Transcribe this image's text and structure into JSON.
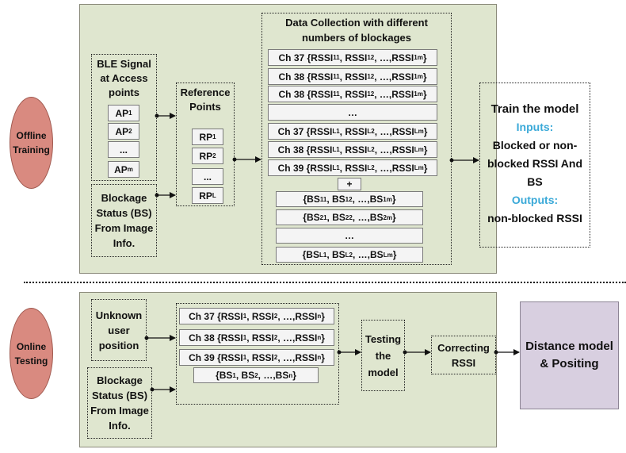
{
  "offline": {
    "label": "Offline Training",
    "ble_title": "BLE Signal at Access points",
    "aps": [
      "AP1",
      "AP2",
      "...",
      "APm"
    ],
    "blockage": "Blockage Status (BS) From Image Info.",
    "ref_title": "Reference Points",
    "rps": [
      "RP1",
      "RP2",
      "...",
      "RPL"
    ],
    "dc_title": "Data Collection with different numbers of blockages",
    "ch_rows": [
      "Ch 37 {RSSI11 , RSSI12 , …,RSSI1m }",
      "Ch 38 {RSSI11 , RSSI12 , …,RSSI1m }",
      "Ch 38 {RSSI11 , RSSI12 , …,RSSI1m }",
      "…",
      "Ch 37 {RSSIL1 , RSSIL2 , …,RSSILm }",
      "Ch 38 {RSSIL1 , RSSIL2 , …,RSSILm }",
      "Ch 39 {RSSIL1 , RSSIL2 , …,RSSILm }"
    ],
    "plus": "+",
    "bs_rows": [
      "{BS11 , BS12 , …,BS1m }",
      "{BS21 , BS22 , …,BS2m }",
      "…",
      "{BSL1 , BSL2 , …,BSLm }"
    ],
    "train_title": "Train the model",
    "inputs_label": "Inputs:",
    "inputs_text": "Blocked or non-blocked RSSI And BS",
    "outputs_label": "Outputs:",
    "outputs_text": "non-blocked RSSI"
  },
  "online": {
    "label": "Online Testing",
    "unknown": "Unknown user position",
    "blockage": "Blockage Status (BS) From Image Info.",
    "ch_rows": [
      "Ch 37 {RSSI1 , RSSI2 , …,RSSIn }",
      "Ch 38 {RSSI1 , RSSI2 , …,RSSIn }",
      "Ch 39 {RSSI1 , RSSI2 , …,RSSIn }"
    ],
    "bs_row": "{BS1 , BS2 , …,BSn }",
    "testing": "Testing the model",
    "correcting": "Correcting RSSI",
    "distance": "Distance model & Positing"
  },
  "colors": {
    "panel": "#dfe6cf",
    "ellipse": "#d98a80",
    "highlight": "#3aa9d8",
    "distance_box": "#d8cfe0"
  }
}
